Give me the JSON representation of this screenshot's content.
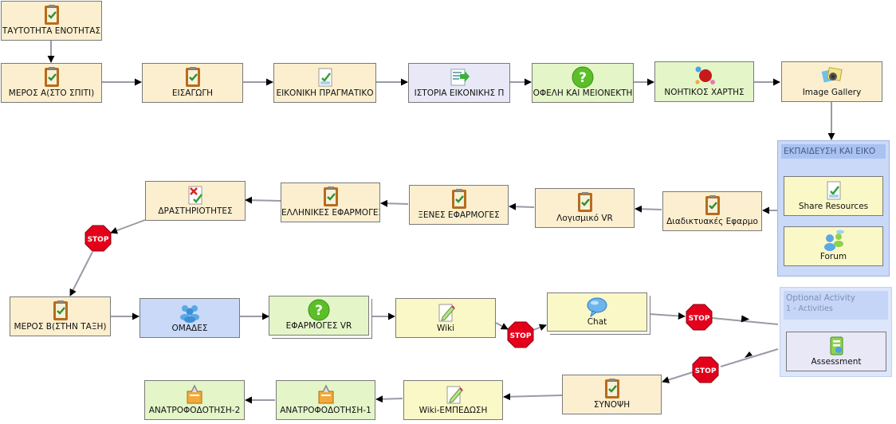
{
  "colors": {
    "cream": "#fcefcf",
    "yellow": "#fbf8c8",
    "green": "#e4f5c8",
    "lilac": "#e8e8f7",
    "blue": "#c9d9f7",
    "stop_red": "#e4001b",
    "edge": "#9a9aa8"
  },
  "nodes": {
    "tautotita": {
      "label": "ΤΑΥΤΟΤΗΤΑ ΕΝΟΤΗΤΑΣ",
      "icon": "notebook-icon"
    },
    "meros_a": {
      "label": "ΜΕΡΟΣ Α(ΣΤΟ ΣΠΙΤΙ)",
      "icon": "notebook-icon"
    },
    "eisagogi": {
      "label": "ΕΙΣΑΓΩΓΗ",
      "icon": "notebook-icon"
    },
    "eikoniki_pragmatikotita": {
      "label": "ΕΙΚΟΝΙΚΗ ΠΡΑΓΜΑΤΙΚΟ",
      "icon": "checklist-icon"
    },
    "istoria": {
      "label": "ΙΣΤΟΡΙΑ ΕΙΚΟΝΙΚΗΣ Π",
      "icon": "forward-document-icon"
    },
    "ofeli": {
      "label": "ΟΦΕΛΗ ΚΑΙ ΜΕΙΟΝΕΚΤΗ",
      "icon": "question-icon"
    },
    "noitikos": {
      "label": "ΝΟΗΤΙΚΟΣ ΧΑΡΤΗΣ",
      "icon": "mindmap-icon"
    },
    "image_gallery": {
      "label": "Image Gallery",
      "icon": "gallery-icon"
    },
    "share_resources": {
      "label": "Share Resources",
      "icon": "checklist-icon"
    },
    "forum": {
      "label": "Forum",
      "icon": "forum-icon"
    },
    "diadiktyakes": {
      "label": "Διαδικτυακές Εφαρμο",
      "icon": "notebook-icon"
    },
    "logismiko": {
      "label": "Λογισμικό VR",
      "icon": "notebook-icon"
    },
    "xenes": {
      "label": "ΞΕΝΕΣ ΕΦΑΡΜΟΓΕΣ",
      "icon": "notebook-icon"
    },
    "ellinikes": {
      "label": "ΕΛΛΗΝΙΚΕΣ ΕΦΑΡΜΟΓΕΣ",
      "icon": "notebook-icon"
    },
    "drastiriotites": {
      "label": "ΔΡΑΣΤΗΡΙΟΤΗΤΕΣ",
      "icon": "cross-check-icon"
    },
    "meros_b": {
      "label": "ΜΕΡΟΣ Β(ΣΤΗΝ ΤΑΞΗ)",
      "icon": "notebook-icon"
    },
    "omades": {
      "label": "ΟΜΑΔΕΣ",
      "icon": "group-icon"
    },
    "efarmoges_vr": {
      "label": "ΕΦΑΡΜΟΓΕΣ VR",
      "icon": "question-icon"
    },
    "wiki": {
      "label": "Wiki",
      "icon": "pencil-page-icon"
    },
    "chat": {
      "label": "Chat",
      "icon": "chat-bubble-icon"
    },
    "assessment": {
      "label": "Assessment",
      "icon": "assessment-icon"
    },
    "synopsi": {
      "label": "ΣΥΝΟΨΗ",
      "icon": "notebook-icon"
    },
    "wiki_empedosi": {
      "label": "Wiki-ΕΜΠΕΔΩΣΗ",
      "icon": "pencil-page-icon"
    },
    "anatrofodotisi_1": {
      "label": "ΑΝΑΤΡΟΦΟΔΟΤΗΣΗ-1",
      "icon": "feedback-box-icon"
    },
    "anatrofodotisi_2": {
      "label": "ΑΝΑΤΡΟΦΟΔΟΤΗΣΗ-2",
      "icon": "feedback-box-icon"
    }
  },
  "groups": {
    "ekpaidefsi": {
      "title": "ΕΚΠΑΙΔΕΥΣΗ ΚΑΙ ΕΙΚΟ"
    },
    "optional": {
      "title_line1": "Optional Activity",
      "title_line2": "1 - Activities"
    }
  },
  "stop_label": "STOP"
}
